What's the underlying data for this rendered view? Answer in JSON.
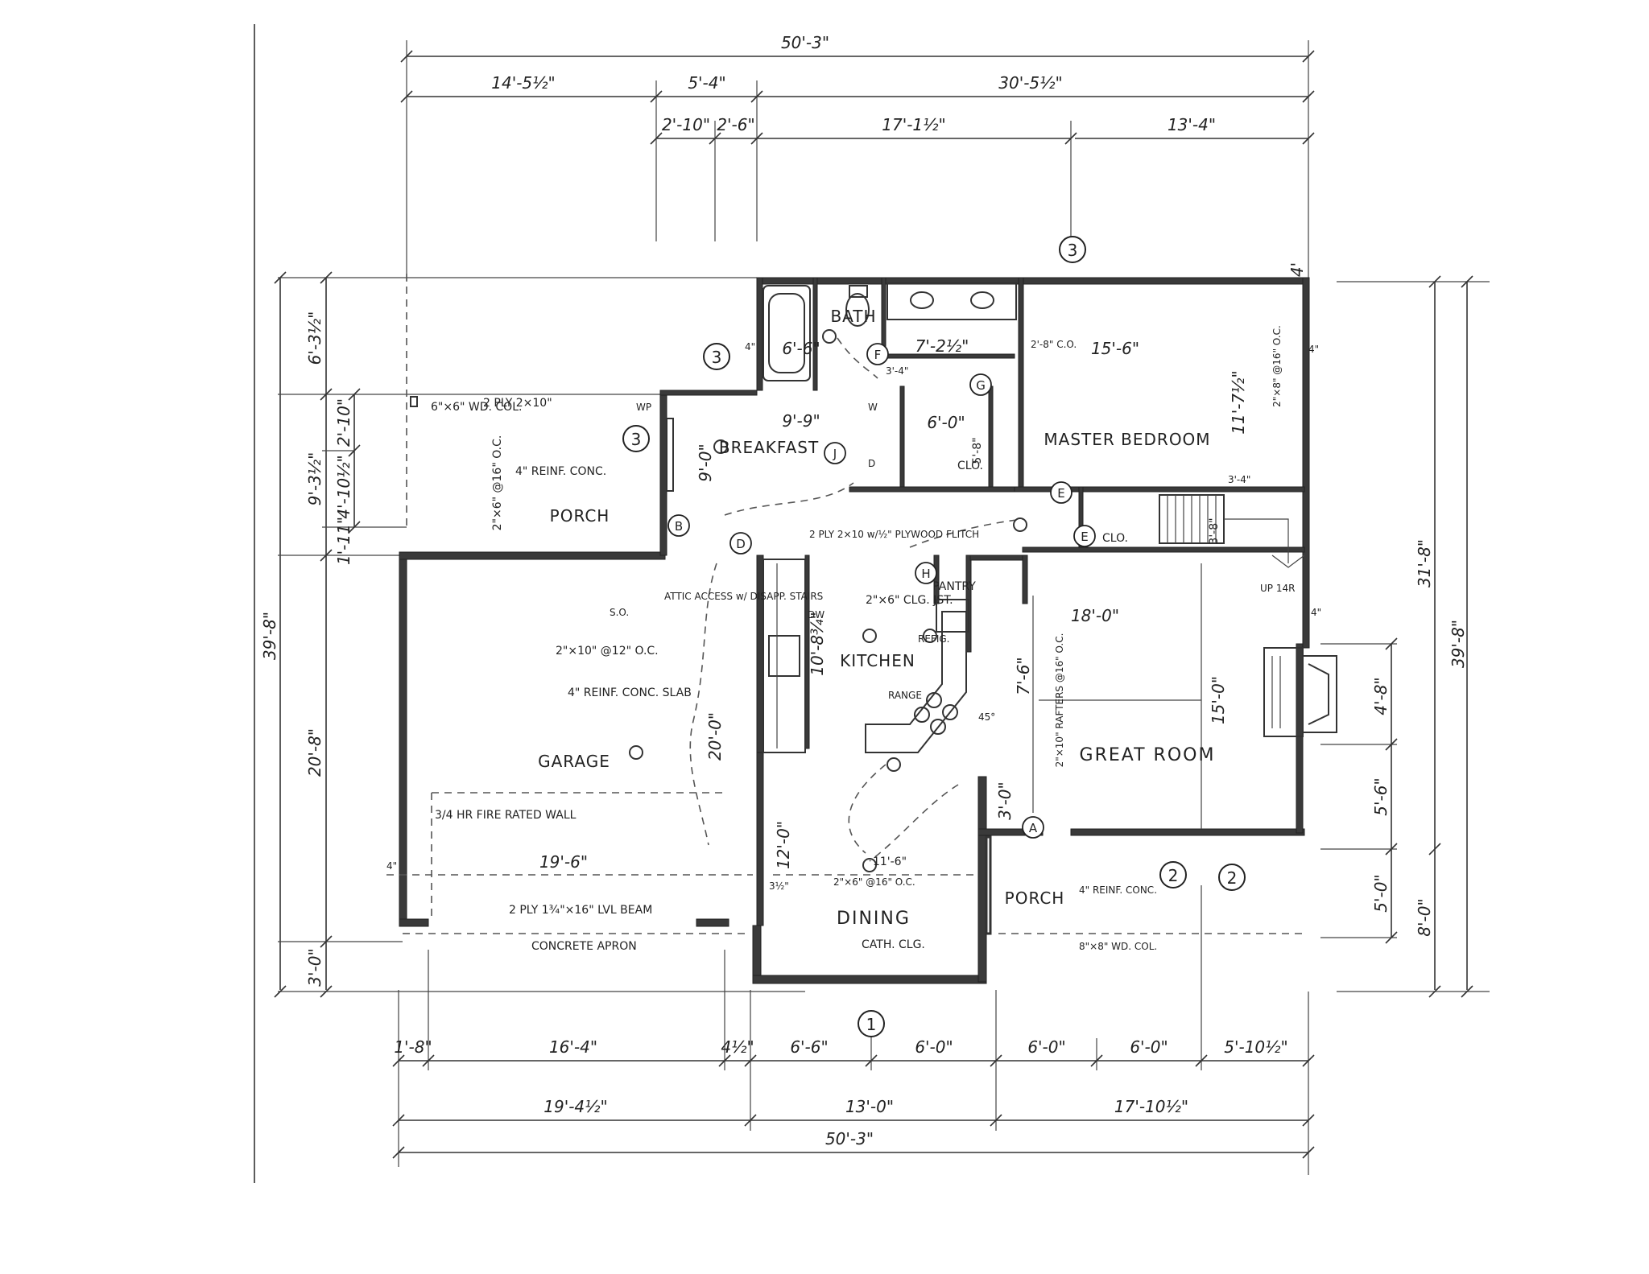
{
  "dimensions": {
    "top_overall": "50'-3\"",
    "top_seg_1": "14'-5½\"",
    "top_seg_2": "5'-4\"",
    "top_seg_3": "30'-5½\"",
    "top_sub_1": "2'-10\"",
    "top_sub_2": "2'-6\"",
    "top_sub_3": "17'-1½\"",
    "top_sub_4": "13'-4\"",
    "bottom_seg_1": "1'-8\"",
    "bottom_seg_2": "16'-4\"",
    "bottom_seg_3": "4½\"",
    "bottom_seg_4": "6'-6\"",
    "bottom_seg_5": "6'-0\"",
    "bottom_seg_6": "6'-0\"",
    "bottom_seg_7": "6'-0\"",
    "bottom_seg_8": "5'-10½\"",
    "bottom_mid_1": "19'-4½\"",
    "bottom_mid_2": "13'-0\"",
    "bottom_mid_3": "17'-10½\"",
    "bottom_overall": "50'-3\"",
    "left_overall": "39'-8\"",
    "left_seg_1": "6'-3½\"",
    "left_seg_2": "9'-3½\"",
    "left_seg_3": "20'-8\"",
    "left_seg_4": "3'-0\"",
    "left_sub_1": "2'-10\"",
    "left_sub_2": "4'-10½\"",
    "left_sub_3": "1'-11\"",
    "right_overall": "39'-8\"",
    "right_seg_1": "31'-8\"",
    "right_seg_2": "4'-8\"",
    "right_seg_3": "5'-6\"",
    "right_seg_4": "5'-0\"",
    "right_seg_5": "8'-0\"",
    "top_small": "4'"
  },
  "rooms": {
    "bath": "BATH",
    "master_bedroom": "MASTER BEDROOM",
    "breakfast": "BREAKFAST",
    "porch_rear": "PORCH",
    "kitchen": "KITCHEN",
    "great_room": "GREAT ROOM",
    "garage": "GARAGE",
    "dining": "DINING",
    "porch_front": "PORCH",
    "pantry": "PANTRY",
    "closet_1": "CLO.",
    "closet_2": "CLO."
  },
  "room_dims": {
    "bath_w": "6'-6\"",
    "bath_vanity": "7'-2½\"",
    "master_w": "15'-6\"",
    "master_h": "11'-7½\"",
    "breakfast_w": "9'-9\"",
    "breakfast_h": "9'-0\"",
    "closet_w": "6'-0\"",
    "closet_h": "5'-8\"",
    "kitchen_h": "10'-8¾\"",
    "great_w": "18'-0\"",
    "great_h": "15'-0\"",
    "great_sub": "7'-6\"",
    "garage_w": "19'-6\"",
    "garage_h": "20'-0\"",
    "dining_w": "11'-6\"",
    "dining_h": "12'-0\"",
    "stair": "3'-8\"",
    "hall_a": "3'-0\""
  },
  "notes": {
    "porch_col": "6\"×6\" WD. COL.",
    "porch_beam": "2 PLY 2×10\"",
    "porch_joist": "2\"×6\" @16\" O.C.",
    "porch_slab": "4\" REINF. CONC.",
    "wp": "WP",
    "w": "W",
    "d": "D",
    "header_note": "2 PLY 2×10 w/½\" PLYWOOD FLITCH",
    "kitchen_ceiling": "2\"×6\" CLG. JST.",
    "garage_joist": "2\"×10\" @12\" O.C.",
    "garage_slab": "4\" REINF. CONC. SLAB",
    "attic": "ATTIC ACCESS w/ DISAPP. STAIRS",
    "fire_wall": "3/4 HR FIRE RATED WALL",
    "lvl_beam": "2 PLY 1¾\"×16\" LVL BEAM",
    "apron": "CONCRETE APRON",
    "dining_ceiling": "CATH. CLG.",
    "dining_joist": "2\"×6\" @16\" O.C.",
    "front_porch_slab": "4\" REINF. CONC.",
    "front_col": "8\"×8\" WD. COL.",
    "refrig": "REFIG.",
    "range": "RANGE",
    "dw": "DW",
    "great_rafter": "2\"×10\" RAFTERS @16\" O.C.",
    "master_rafter": "2\"×8\" @16\" O.C.",
    "up": "UP 14R",
    "so": "S.O.",
    "dim_2_8": "2'-8\" C.O.",
    "dim_3_4": "3'-4\"",
    "dim_3_4b": "3'-4\"",
    "dim_3_half": "3½\"",
    "dim_4": "4\"",
    "dim_45": "45°",
    "dim_4b": "4\"",
    "dim_4c": "4\"",
    "dim_4d": "4\""
  },
  "section_markers": {
    "m1": "1",
    "m2a": "2",
    "m2b": "2",
    "m3a": "3",
    "m3b": "3",
    "m3c": "3"
  },
  "door_tags": {
    "a": "A",
    "b": "B",
    "d": "D",
    "e1": "E",
    "e2": "E",
    "f": "F",
    "h": "H",
    "j": "J",
    "g": "G"
  }
}
